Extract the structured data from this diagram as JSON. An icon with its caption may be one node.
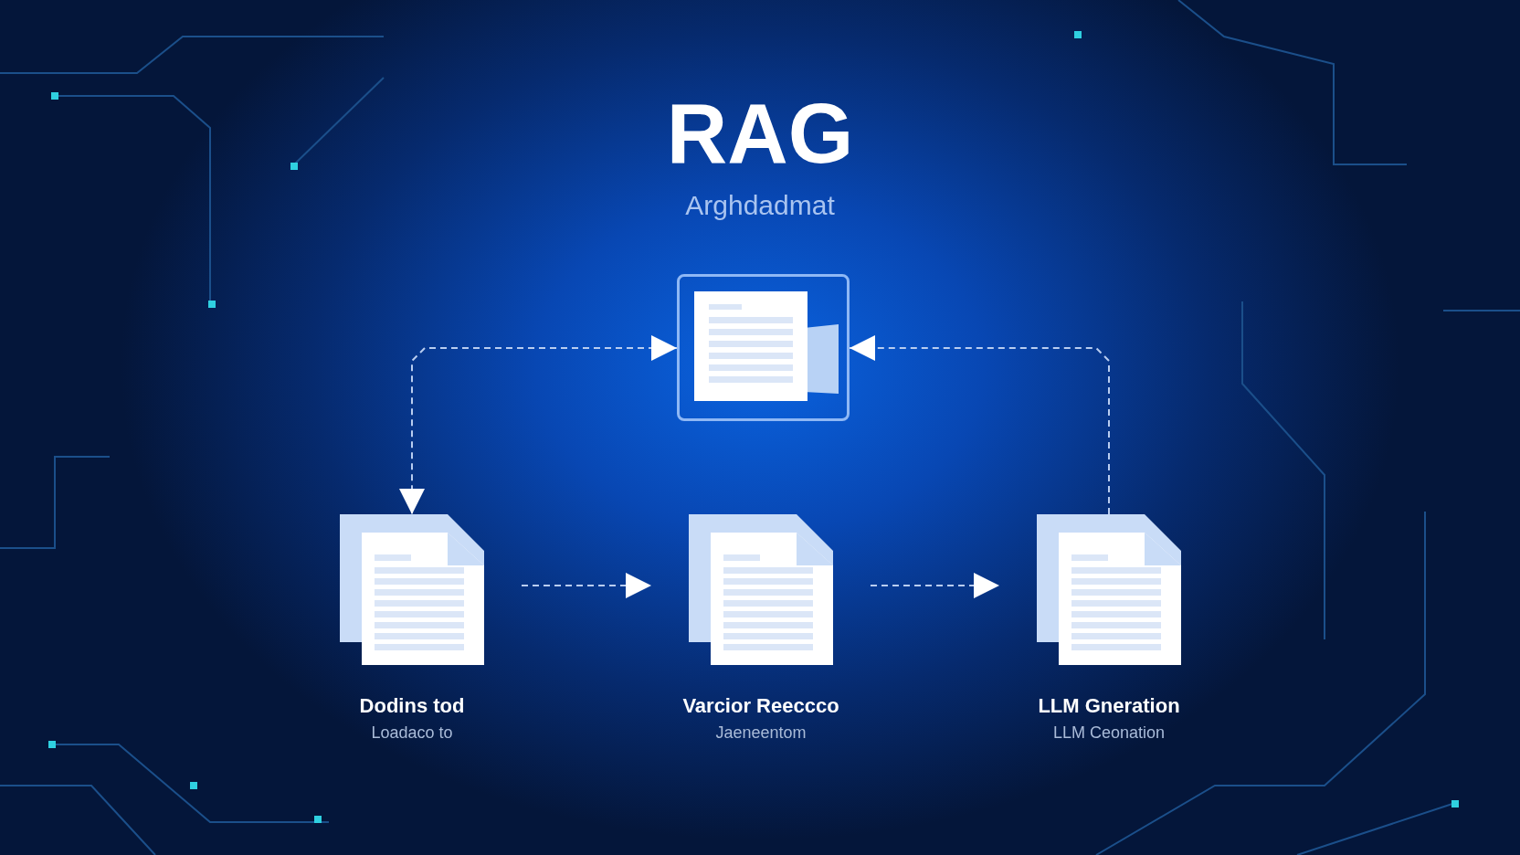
{
  "diagram": {
    "title": "RAG",
    "caption": "Arghdadmat",
    "nodes": [
      {
        "text": [],
        "shape": "box"
      },
      {
        "text": [
          "Dodins tod",
          "Loadaco to"
        ]
      },
      {
        "text": [
          "Varcior Reeccco",
          "Jaeneentom"
        ]
      },
      {
        "text": [
          "LLM Gneration",
          "LLM Ceonation"
        ]
      }
    ],
    "edges": [
      {
        "from": 0,
        "to": 1,
        "arrow": "both",
        "style": "dashed"
      },
      {
        "from": 1,
        "to": 2,
        "arrow": "to",
        "style": "dashed"
      },
      {
        "from": 2,
        "to": 3,
        "arrow": "to",
        "style": "dashed"
      },
      {
        "from": 3,
        "to": 0,
        "arrow": "to",
        "style": "dashed"
      }
    ]
  }
}
